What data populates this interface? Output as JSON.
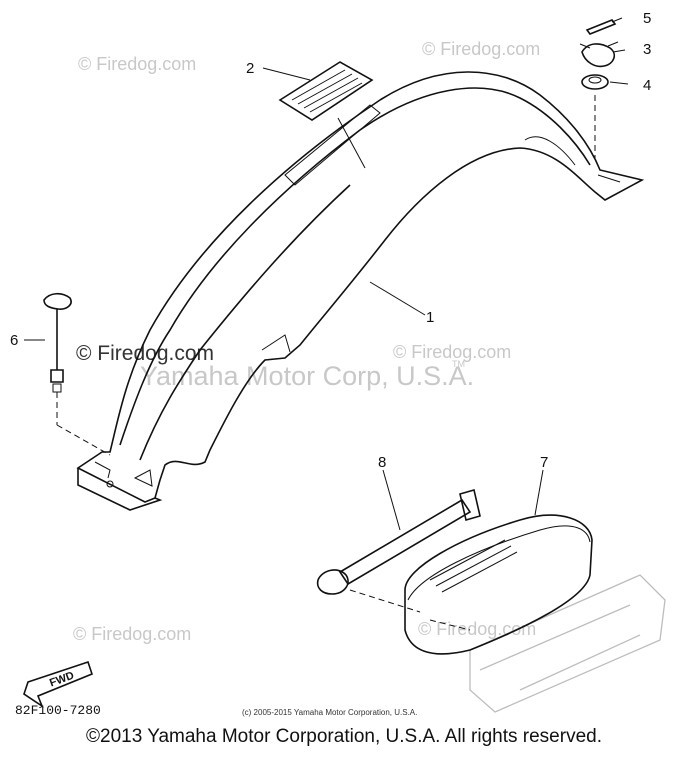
{
  "callouts": [
    "1",
    "2",
    "3",
    "4",
    "5",
    "6",
    "7",
    "8"
  ],
  "watermarks": {
    "firedog": "© Firedog.com",
    "firedog_bold": "© Firedog.com",
    "yamaha_corp": "Yamaha Motor Corp, U.S.A.",
    "tm": "TM"
  },
  "fwd_label": "FWD",
  "part_number": "82F100-7280",
  "fine_copyright": "(c) 2005-2015 Yamaha Motor Corporation, U.S.A.",
  "footer_copyright": "©2013 Yamaha Motor Corporation, U.S.A. All rights reserved."
}
